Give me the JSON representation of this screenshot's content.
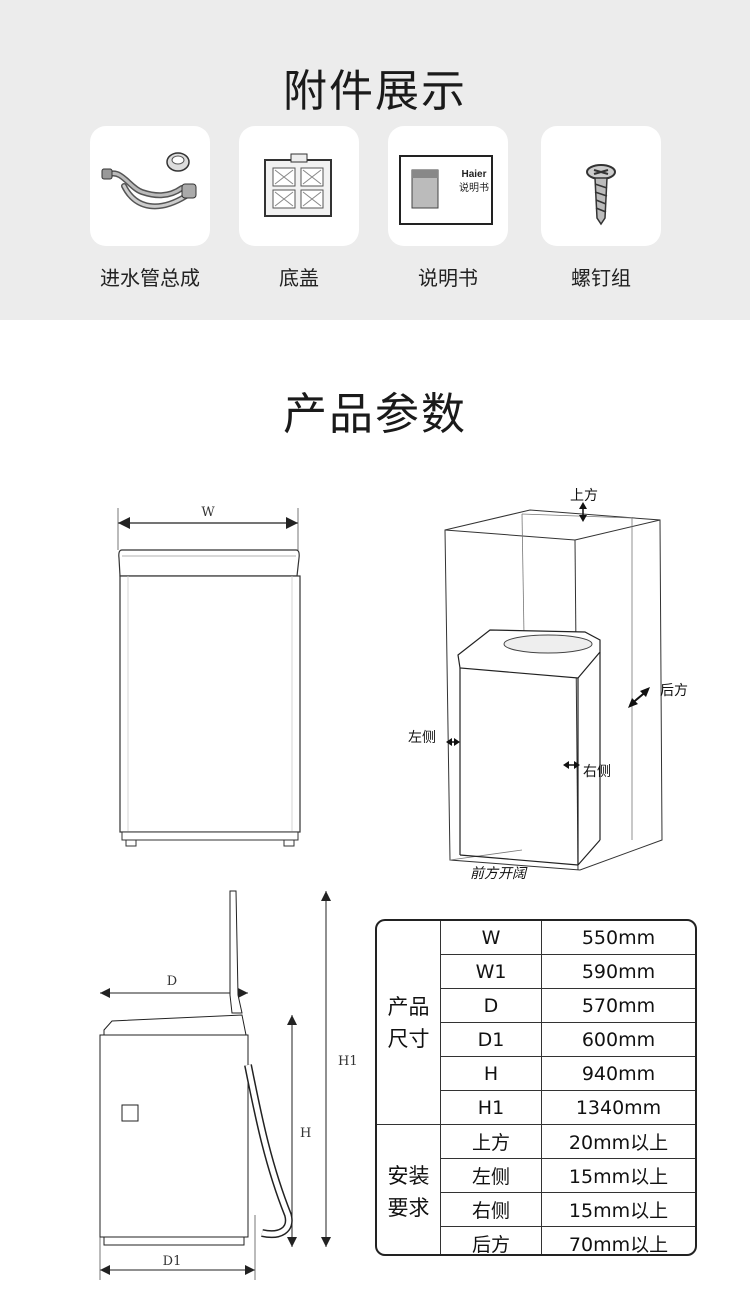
{
  "accessories": {
    "title": "附件展示",
    "items": [
      {
        "label": "进水管总成",
        "icon": "inlet-hose-icon"
      },
      {
        "label": "底盖",
        "icon": "bottom-cover-icon"
      },
      {
        "label": "说明书",
        "icon": "manual-icon",
        "brand": "Haier",
        "book_text": "说明书"
      },
      {
        "label": "螺钉组",
        "icon": "screw-icon"
      }
    ]
  },
  "params": {
    "title": "产品参数",
    "front_diagram": {
      "w_label": "W"
    },
    "space_diagram": {
      "top": "上方",
      "rear": "后方",
      "left": "左侧",
      "right": "右侧",
      "front": "前方开阔"
    },
    "side_diagram": {
      "d_label": "D",
      "d1_label": "D1",
      "h_label": "H",
      "h1_label": "H1"
    },
    "table": {
      "groups": [
        {
          "name_line1": "产品",
          "name_line2": "尺寸",
          "rows": [
            {
              "key": "W",
              "value": "550mm"
            },
            {
              "key": "W1",
              "value": "590mm"
            },
            {
              "key": "D",
              "value": "570mm"
            },
            {
              "key": "D1",
              "value": "600mm"
            },
            {
              "key": "H",
              "value": "940mm"
            },
            {
              "key": "H1",
              "value": "1340mm"
            }
          ]
        },
        {
          "name_line1": "安装",
          "name_line2": "要求",
          "rows": [
            {
              "key": "上方",
              "value": "20mm以上"
            },
            {
              "key": "左侧",
              "value": "15mm以上"
            },
            {
              "key": "右侧",
              "value": "15mm以上"
            },
            {
              "key": "后方",
              "value": "70mm以上"
            }
          ]
        }
      ]
    }
  }
}
